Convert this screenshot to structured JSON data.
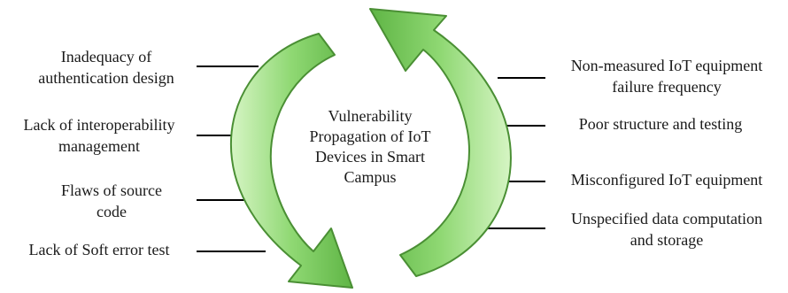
{
  "center_title": {
    "line1": "Vulnerability",
    "line2": "Propagation of IoT",
    "line3": "Devices in Smart",
    "line4": "Campus"
  },
  "left_factors": [
    {
      "line1": "Inadequacy of",
      "line2": "authentication design"
    },
    {
      "line1": "Lack of interoperability",
      "line2": "management"
    },
    {
      "line1": "Flaws of source",
      "line2": "code"
    },
    {
      "line1": "Lack of Soft error test"
    }
  ],
  "right_factors": [
    {
      "line1": "Non-measured IoT equipment",
      "line2": "failure frequency"
    },
    {
      "line1": "Poor structure and testing"
    },
    {
      "line1": "Misconfigured IoT equipment"
    },
    {
      "line1": "Unspecified data computation",
      "line2": "and storage"
    }
  ],
  "colors": {
    "arrow_light": "#d6f5c4",
    "arrow_mid": "#8fd873",
    "arrow_dark": "#5fb545",
    "arrow_stroke": "#4a8f34",
    "connector": "#000000"
  },
  "icons": {
    "left_arrow": "curved-arrow-down-icon",
    "right_arrow": "curved-arrow-up-icon"
  }
}
